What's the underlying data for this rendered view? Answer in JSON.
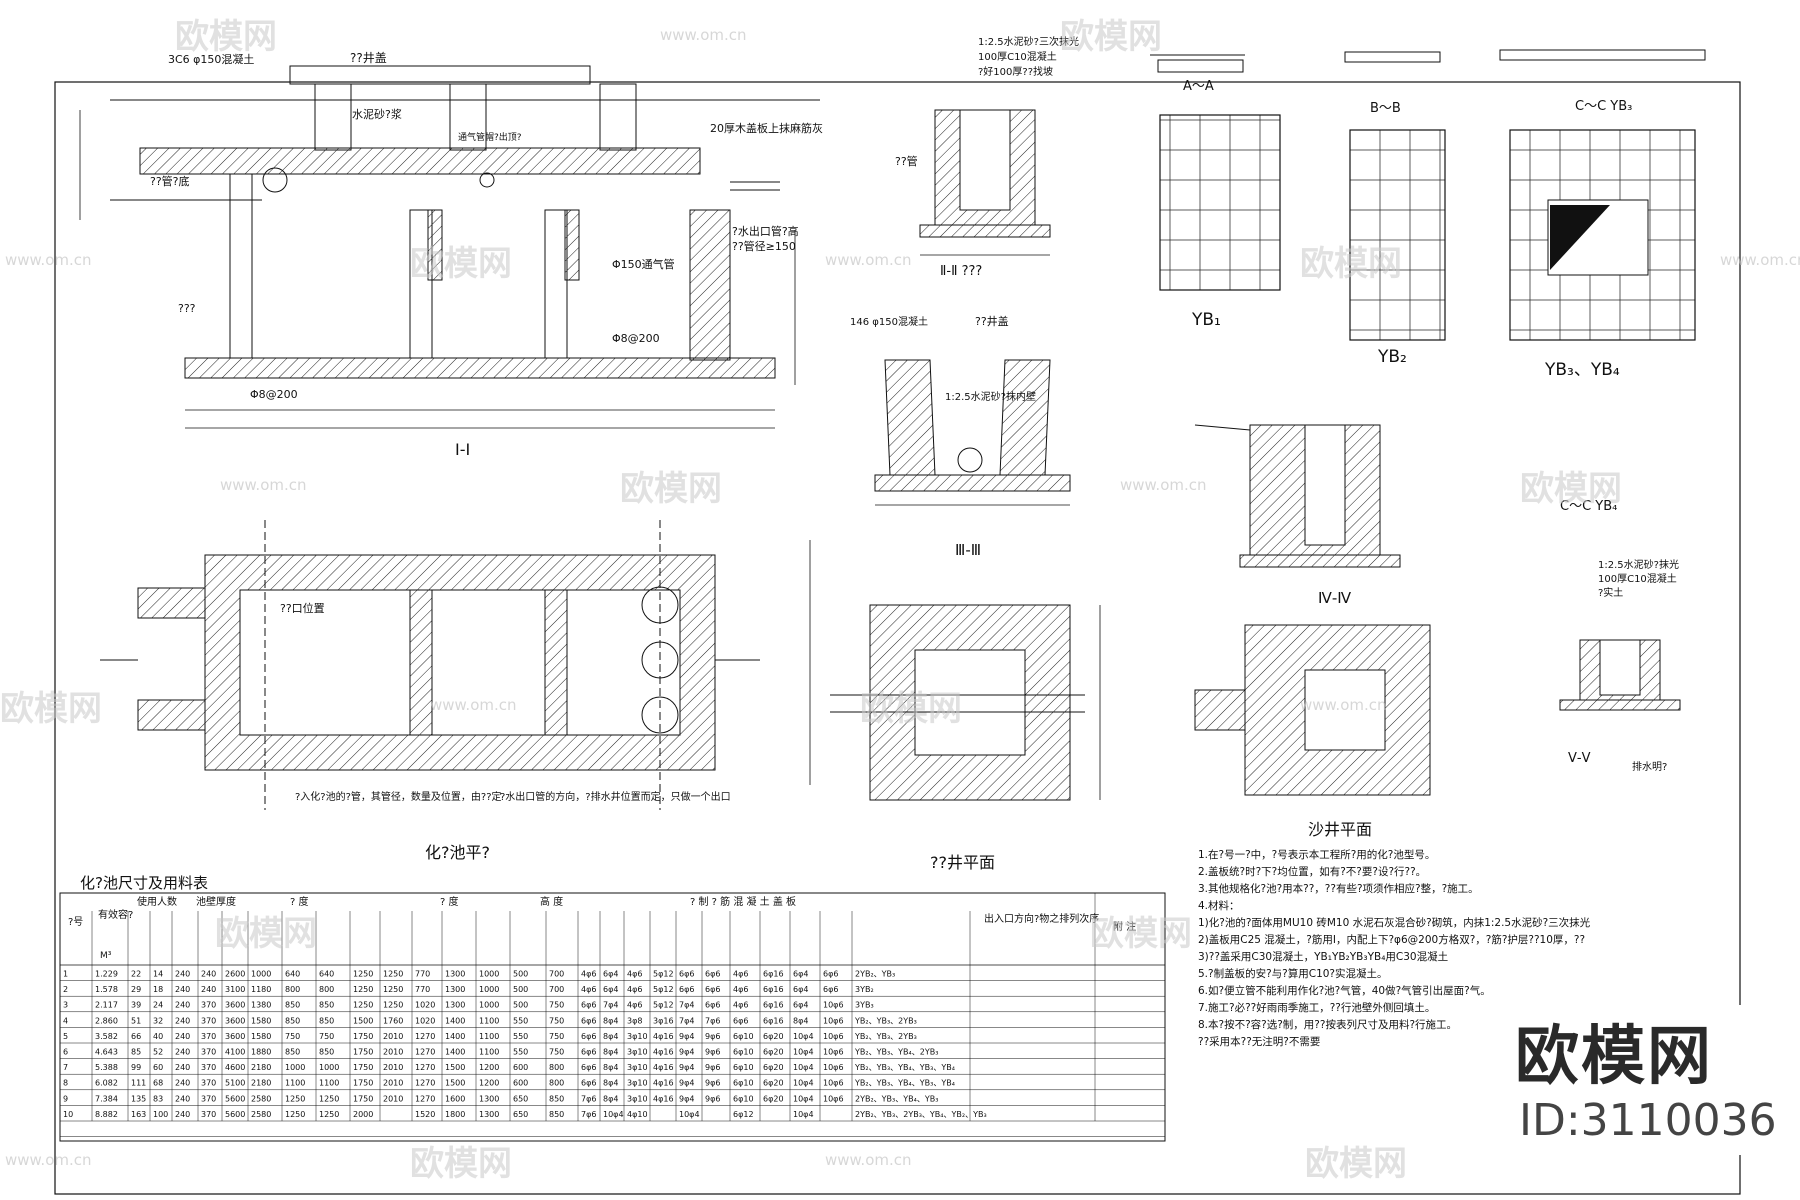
{
  "sections": {
    "s1": "Ⅰ-Ⅰ",
    "s3": "Ⅲ-Ⅲ",
    "s4": "Ⅳ-Ⅳ",
    "s5": "Ⅴ-Ⅴ",
    "sII": "Ⅱ-Ⅱ ???",
    "plan_tank": "化?池平?",
    "plan_well": "??井平面",
    "plan_sand": "沙井平面",
    "yb1": "YB₁",
    "yb2": "YB₂",
    "yb34": "YB₃、YB₄",
    "aa": "A～A",
    "bb": "B～B",
    "cc": "C～C YB₃",
    "cc4": "C～C YB₄"
  },
  "labels": {
    "manhole_cover": "??井盖",
    "manhole_cover2": "??井盖",
    "soil_note": "3C6 φ150混凝土",
    "soil_note2": "146 φ150混凝土",
    "cover_note": "20厚木盖板上抹麻筋灰",
    "cement_note": "水泥砂?浆",
    "vent_note": "通气管帽?出顶?",
    "inlet_pipe": "??管?底",
    "outlet_note": "?水出口管?高",
    "outlet_note2": "??管径≥150",
    "vent_pipe": "Φ150通气管",
    "rebar1": "Φ8@200",
    "rebar2": "Φ8@200",
    "steps": "???",
    "inlet_pos": "??口位置",
    "cement2": "1:2.5水泥砂?抹内壁",
    "note_a": "?入化?池的?管，其管径，数量及位置，由??定",
    "note_b": "?水出口管的方向，?排水井位置而定，只做一个出口",
    "mix1": "1:2.5水泥砂?三次抹光",
    "mix2": "100厚C10混凝土",
    "mix3": "?好100厚??找坡",
    "drain": "排水明?",
    "mix4": "1:2.5水泥砂?抹光",
    "mix5": "100厚C10混凝土",
    "mix6": "?实土",
    "wellpipe": "??管",
    "vent2": "1:2.5水泥砂?抹内壁"
  },
  "table": {
    "title": "化?池尺寸及用料表",
    "h_no": "?号",
    "h_vol": "有效容?",
    "h_unit": "M³",
    "h_people": "使用人数",
    "h_wall": "池壁厚度",
    "h_len": "? 度",
    "h_width": "? 度",
    "h_height": "高 度",
    "h_rebar": "? 制 ? 筋 混 凝 土 盖 板",
    "h_dir": "出入口方向?物之排列次序",
    "h_note": "附 注",
    "rows": [
      [
        "1",
        "1.229",
        "22",
        "14",
        "240",
        "240",
        "2600",
        "1000",
        "640",
        "640",
        "1250",
        "1250",
        "770",
        "1300",
        "1000",
        "500",
        "700",
        "4φ6",
        "6φ4",
        "4φ6",
        "5φ12",
        "6φ6",
        "6φ6",
        "4φ6",
        "6φ16",
        "6φ4",
        "6φ6",
        "2YB₂、YB₃"
      ],
      [
        "2",
        "1.578",
        "29",
        "18",
        "240",
        "240",
        "3100",
        "1180",
        "800",
        "800",
        "1250",
        "1250",
        "770",
        "1300",
        "1000",
        "500",
        "700",
        "4φ6",
        "6φ4",
        "4φ6",
        "5φ12",
        "6φ6",
        "6φ6",
        "4φ6",
        "6φ16",
        "6φ4",
        "6φ6",
        "3YB₂"
      ],
      [
        "3",
        "2.117",
        "39",
        "24",
        "240",
        "370",
        "3600",
        "1380",
        "850",
        "850",
        "1250",
        "1250",
        "1020",
        "1300",
        "1000",
        "500",
        "750",
        "6φ6",
        "7φ4",
        "4φ6",
        "5φ12",
        "7φ4",
        "6φ6",
        "4φ6",
        "6φ16",
        "6φ4",
        "10φ6",
        "3YB₃"
      ],
      [
        "4",
        "2.860",
        "51",
        "32",
        "240",
        "370",
        "3600",
        "1580",
        "850",
        "850",
        "1500",
        "1760",
        "1020",
        "1400",
        "1100",
        "550",
        "750",
        "6φ6",
        "8φ4",
        "3φ8",
        "3φ16",
        "7φ4",
        "7φ6",
        "6φ6",
        "6φ16",
        "8φ4",
        "10φ6",
        "YB₂、YB₃、2YB₃"
      ],
      [
        "5",
        "3.582",
        "66",
        "40",
        "240",
        "370",
        "3600",
        "1580",
        "750",
        "750",
        "1750",
        "2010",
        "1270",
        "1400",
        "1100",
        "550",
        "750",
        "6φ6",
        "8φ4",
        "3φ10",
        "4φ16",
        "9φ4",
        "9φ6",
        "6φ10",
        "6φ20",
        "10φ4",
        "10φ6",
        "YB₂、YB₃、2YB₃"
      ],
      [
        "6",
        "4.643",
        "85",
        "52",
        "240",
        "370",
        "4100",
        "1880",
        "850",
        "850",
        "1750",
        "2010",
        "1270",
        "1400",
        "1100",
        "550",
        "750",
        "6φ6",
        "8φ4",
        "3φ10",
        "4φ16",
        "9φ4",
        "9φ6",
        "6φ10",
        "6φ20",
        "10φ4",
        "10φ6",
        "YB₂、YB₃、YB₄、2YB₃"
      ],
      [
        "7",
        "5.388",
        "99",
        "60",
        "240",
        "370",
        "4600",
        "2180",
        "1000",
        "1000",
        "1750",
        "2010",
        "1270",
        "1500",
        "1200",
        "600",
        "800",
        "6φ6",
        "8φ4",
        "3φ10",
        "4φ16",
        "9φ4",
        "9φ6",
        "6φ10",
        "6φ20",
        "10φ4",
        "10φ6",
        "YB₂、YB₃、YB₄、YB₃、YB₄"
      ],
      [
        "8",
        "6.082",
        "111",
        "68",
        "240",
        "370",
        "5100",
        "2180",
        "1100",
        "1100",
        "1750",
        "2010",
        "1270",
        "1500",
        "1200",
        "600",
        "800",
        "6φ6",
        "8φ4",
        "3φ10",
        "4φ16",
        "9φ4",
        "9φ6",
        "6φ10",
        "6φ20",
        "10φ4",
        "10φ6",
        "YB₂、YB₃、YB₄、YB₃、YB₄"
      ],
      [
        "9",
        "7.384",
        "135",
        "83",
        "240",
        "370",
        "5600",
        "2580",
        "1250",
        "1250",
        "1750",
        "2010",
        "1270",
        "1600",
        "1300",
        "650",
        "850",
        "7φ6",
        "8φ4",
        "3φ10",
        "4φ16",
        "9φ4",
        "9φ6",
        "6φ10",
        "6φ20",
        "10φ4",
        "10φ6",
        "2YB₂、YB₃、YB₄、YB₃"
      ],
      [
        "10",
        "8.882",
        "163",
        "100",
        "240",
        "370",
        "5600",
        "2580",
        "1250",
        "1250",
        "2000",
        "",
        "1520",
        "1800",
        "1300",
        "650",
        "850",
        "7φ6",
        "10φ4",
        "4φ10",
        "",
        "10φ4",
        "",
        "6φ12",
        "",
        "10φ4",
        "",
        "2YB₂、YB₃、2YB₃、YB₄、YB₂、YB₃"
      ]
    ]
  },
  "notes": [
    "1.在?号一?中，?号表示本工程所?用的化?池型号。",
    "2.盖板统?时?下?均位置，如有?不?要?设?行??。",
    "3.其他规格化?池?用本??，??有些?项须作相应?整，?施工。",
    "4.材料：",
    "1)化?池的?面体用MU10 砖M10 水泥石灰混合砂?砌筑，内抹1:2.5水泥砂?三次抹光",
    "2)盖板用C25 混凝土，?筋用Ⅰ，内配上下?φ6@200方格双?，?筋?护层??10厚，??",
    "3)??盖采用C30混凝土，YB₁YB₂YB₃YB₄用C30混凝土",
    "5.?制盖板的安?与?算用C10?实混凝土。",
    "6.如?便立管不能利用作化?池?气管，40做?气管引出屋面?气。",
    "7.施工?必??好雨雨季施工，??行池壁外侧回填土。",
    "8.本?按不?容?选?制，用??按表列尺寸及用料?行施工。",
    "??采用本??无注明?不需要"
  ],
  "watermark": {
    "brand": "欧模网",
    "url": "www.om.cn",
    "logo": "欧模网",
    "id": "ID:3110036"
  }
}
